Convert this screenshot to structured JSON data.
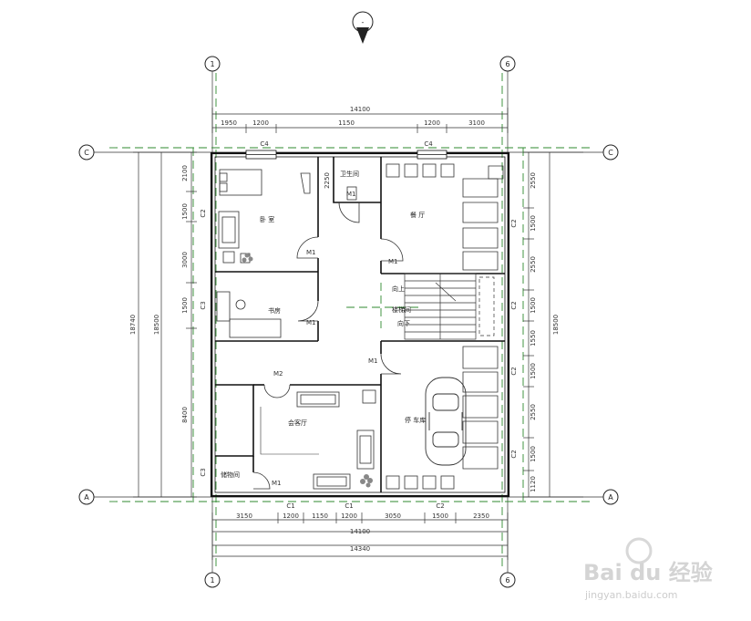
{
  "compass": {
    "label": "-"
  },
  "axes": {
    "top_left": "1",
    "top_right": "6",
    "bottom_left": "1",
    "bottom_right": "6",
    "left_top": "C",
    "left_bottom": "A",
    "right_top": "C",
    "right_bottom": "A"
  },
  "dims": {
    "top_total": "14100",
    "top_segments": [
      "1950",
      "1200",
      "1150",
      "1200",
      "3100"
    ],
    "top_windows": [
      "C4",
      "C4"
    ],
    "bottom_segments": [
      "3150",
      "1200",
      "1150",
      "1200",
      "3050",
      "1500",
      "2350"
    ],
    "bottom_windows": [
      "C1",
      "C1",
      "C2"
    ],
    "bottom_total_1": "14100",
    "bottom_total_2": "14340",
    "left_total_outer": "18740",
    "left_total_inner": "18500",
    "left_segments": [
      "2100",
      "1500",
      "3000",
      "1500",
      "8400"
    ],
    "left_windows": [
      "C2",
      "C3",
      "C3"
    ],
    "left_small": "2250",
    "right_total": "18500",
    "right_segments": [
      "2550",
      "1500",
      "2550",
      "1500",
      "1550",
      "1500",
      "2550",
      "1500",
      "1120"
    ],
    "right_windows": [
      "C2",
      "C2",
      "C2",
      "C2"
    ]
  },
  "rooms": {
    "bedroom": "卧 室",
    "study": "书房",
    "bath": "卫生间",
    "dining": "餐 厅",
    "guest": "会客厅",
    "garage": "停 车库",
    "stair_up": "向上",
    "stair_mid": "楼梯间",
    "stair_down": "向下",
    "storage": "储物间"
  },
  "doors": {
    "m1_bed": "M1",
    "m1_bath": "M1",
    "m1_dining": "M1",
    "m1_study": "M1",
    "m1_hall": "M1",
    "m2": "M2",
    "m1_store": "M1"
  },
  "watermark": {
    "brand": "Bai du 经验",
    "url": "jingyan.baidu.com"
  }
}
